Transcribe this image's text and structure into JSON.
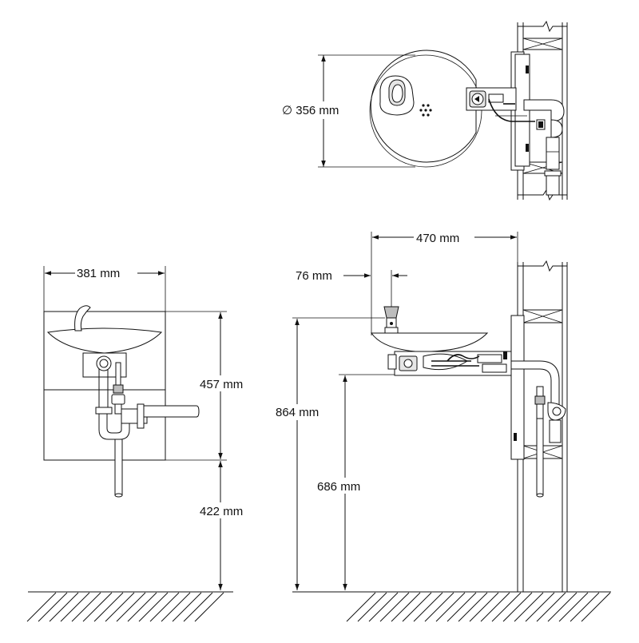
{
  "dimensions": {
    "diameter": "∅ 356 mm",
    "width_front": "381 mm",
    "depth_side": "470 mm",
    "bubbler_offset": "76 mm",
    "height_basin": "457 mm",
    "height_below": "422 mm",
    "height_rim": "864 mm",
    "height_bottom": "686 mm"
  }
}
